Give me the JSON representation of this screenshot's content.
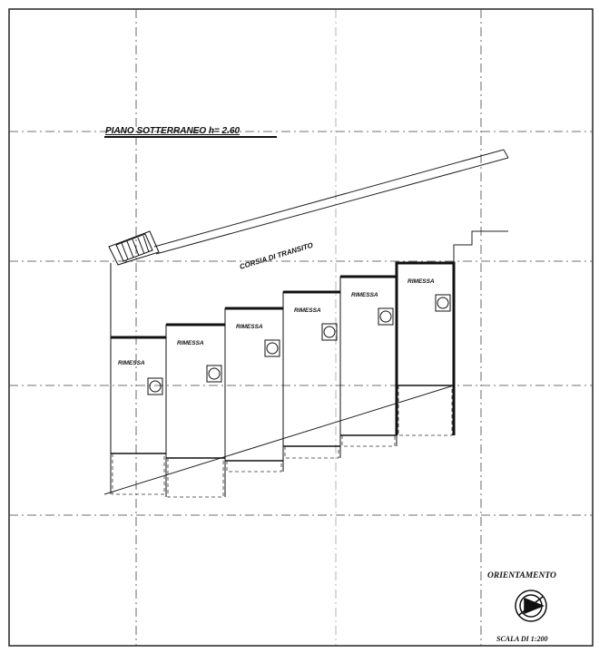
{
  "title": "PIANO SOTTERRANEO h= 2.60",
  "corridor_label": "CORSIA DI TRANSITO",
  "units": [
    {
      "label": "RIMESSA"
    },
    {
      "label": "RIMESSA"
    },
    {
      "label": "RIMESSA"
    },
    {
      "label": "RIMESSA"
    },
    {
      "label": "RIMESSA"
    },
    {
      "label": "RIMESSA"
    }
  ],
  "orientation": {
    "label": "ORIENTAMENTO",
    "icon": "compass-rose-icon"
  },
  "scale": "SCALA DI 1:200",
  "colors": {
    "ink": "#111111",
    "paper": "#ffffff"
  }
}
